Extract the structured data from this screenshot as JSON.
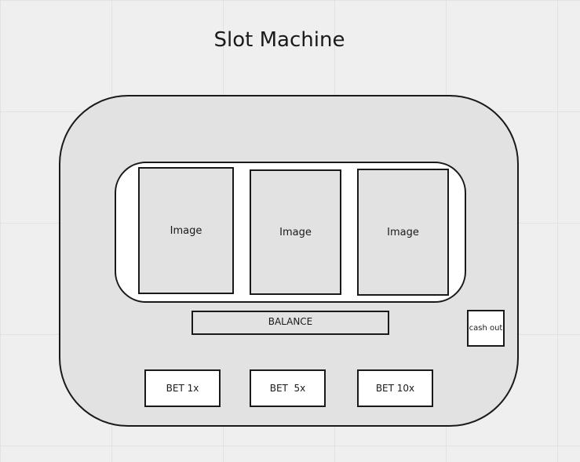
{
  "title": "Slot Machine",
  "reels": [
    {
      "label": "Image"
    },
    {
      "label": "Image"
    },
    {
      "label": "Image"
    }
  ],
  "balance_label": "BALANCE",
  "cash_out_label": "cash out",
  "bets": [
    {
      "label": "BET 1x"
    },
    {
      "label": "BET  5x"
    },
    {
      "label": "BET 10x"
    }
  ]
}
